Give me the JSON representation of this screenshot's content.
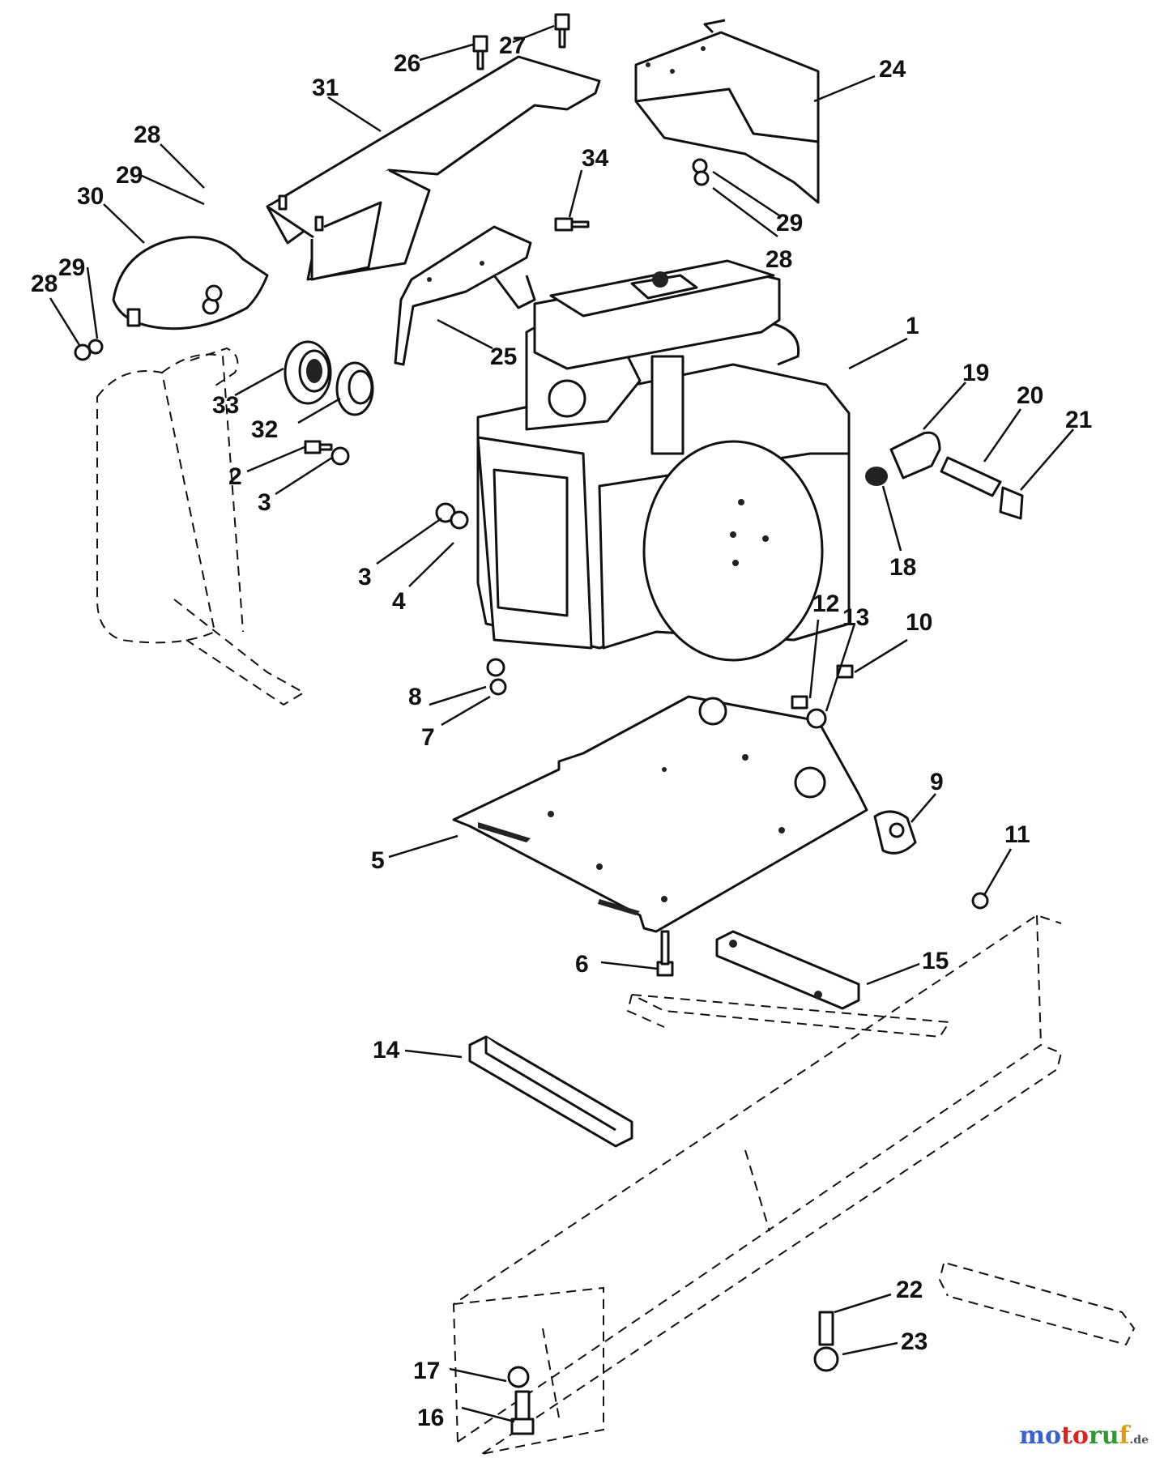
{
  "callouts": [
    {
      "label": "1"
    },
    {
      "label": "2"
    },
    {
      "label": "3"
    },
    {
      "label": "3"
    },
    {
      "label": "4"
    },
    {
      "label": "5"
    },
    {
      "label": "6"
    },
    {
      "label": "7"
    },
    {
      "label": "8"
    },
    {
      "label": "9"
    },
    {
      "label": "10"
    },
    {
      "label": "11"
    },
    {
      "label": "12"
    },
    {
      "label": "13"
    },
    {
      "label": "14"
    },
    {
      "label": "15"
    },
    {
      "label": "16"
    },
    {
      "label": "17"
    },
    {
      "label": "18"
    },
    {
      "label": "19"
    },
    {
      "label": "20"
    },
    {
      "label": "21"
    },
    {
      "label": "22"
    },
    {
      "label": "23"
    },
    {
      "label": "24"
    },
    {
      "label": "25"
    },
    {
      "label": "26"
    },
    {
      "label": "27"
    },
    {
      "label": "28"
    },
    {
      "label": "28"
    },
    {
      "label": "28"
    },
    {
      "label": "29"
    },
    {
      "label": "29"
    },
    {
      "label": "29"
    },
    {
      "label": "30"
    },
    {
      "label": "31"
    },
    {
      "label": "32"
    },
    {
      "label": "33"
    },
    {
      "label": "34"
    }
  ],
  "watermark": {
    "part_a": "mo",
    "part_b": "to",
    "part_c": "ru",
    "part_d": "f",
    "part_e": ".de"
  },
  "colors": {
    "ink": "#111111",
    "background": "#ffffff",
    "brand_blue": "#3a5fcf",
    "brand_red": "#d8261e",
    "brand_green": "#2e9a32",
    "brand_orange": "#e39a12"
  }
}
